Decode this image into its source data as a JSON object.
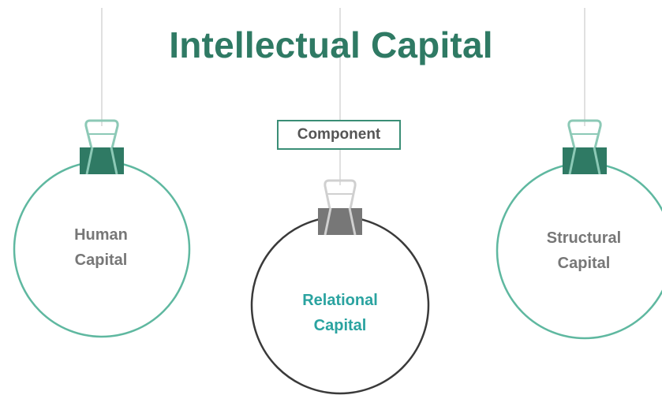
{
  "title": "Intellectual Capital",
  "component_label": "Component",
  "nodes": [
    {
      "id": "human",
      "line1": "Human",
      "line2": "Capital"
    },
    {
      "id": "relational",
      "line1": "Relational",
      "line2": "Capital"
    },
    {
      "id": "structural",
      "line1": "Structural",
      "line2": "Capital"
    }
  ],
  "colors": {
    "title": "#2f7a64",
    "ornament_outline": "#5fb8a0",
    "ornament_outline_center": "#3a3a3a",
    "clip_green": "#2f7a64",
    "clip_gray": "#777777",
    "label_gray": "#777777",
    "label_teal": "#2aa3a0",
    "string": "#d9d9d9"
  }
}
